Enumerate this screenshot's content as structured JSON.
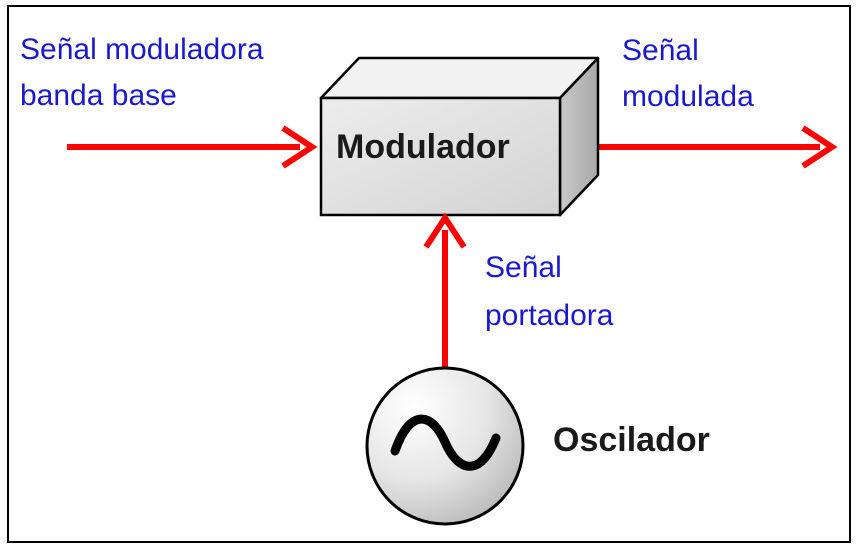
{
  "diagram": {
    "input_label": [
      "Señal  moduladora",
      "banda base"
    ],
    "output_label": [
      "Señal",
      "modulada"
    ],
    "carrier_label": [
      "Señal",
      "portadora"
    ],
    "modulator_label": "Modulador",
    "oscillator_label": "Oscilador"
  },
  "colors": {
    "arrow": "#ff0000",
    "signal_text": "#1a1acc",
    "box_front": "#e4e4e4",
    "box_top": "#f2f2f2",
    "box_side": "#bdbdbd"
  },
  "icons": {
    "oscillator_symbol": "sine-wave-icon"
  }
}
